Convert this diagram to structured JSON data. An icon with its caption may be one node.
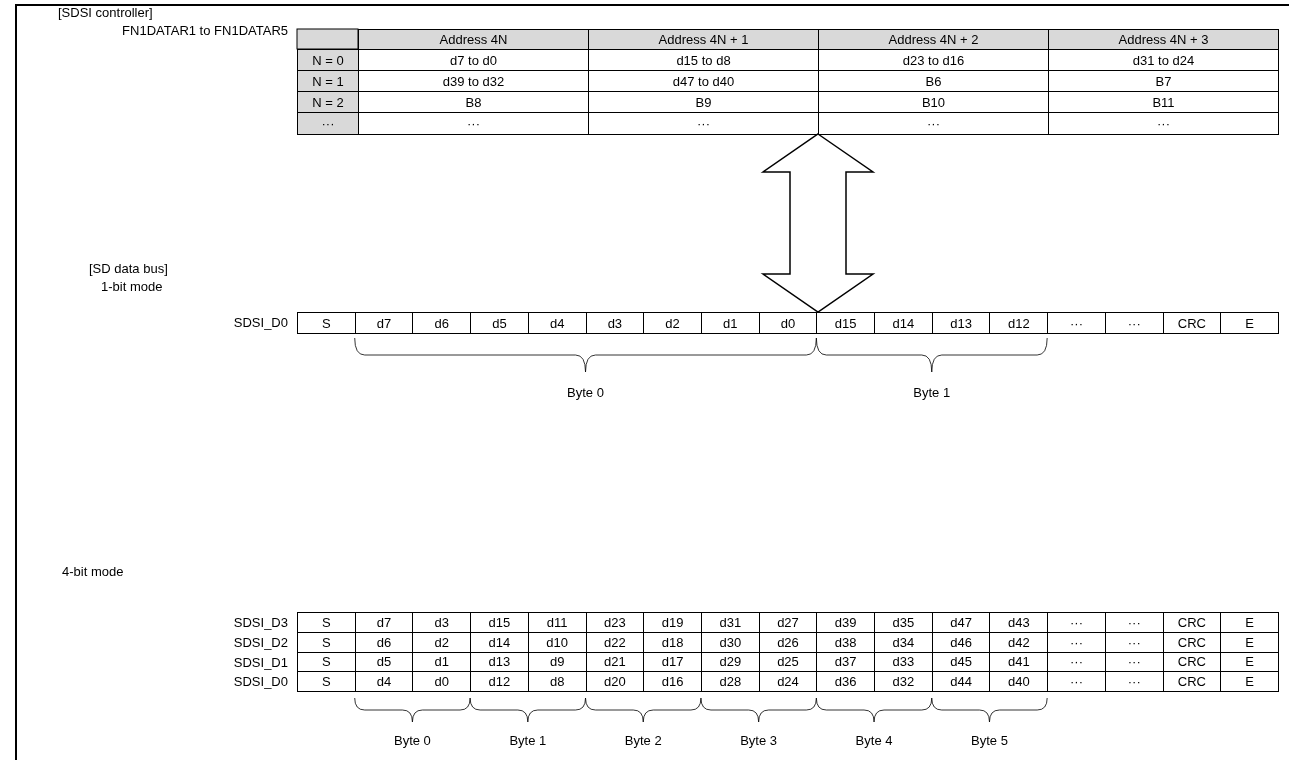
{
  "diagram": {
    "nodes": [
      {
        "text": [
          "[SDSI controller]",
          "FN1DATAR1 to FN1DATAR5"
        ]
      },
      {
        "text": [
          "[SD data bus]",
          "1-bit mode",
          "SDSI_D0"
        ]
      },
      {
        "text": [
          "4-bit mode"
        ]
      }
    ],
    "edges": [
      {
        "from": 0,
        "to": 1,
        "arrow": "both"
      }
    ],
    "labels": [
      "Address 4N",
      "Address 4N + 1",
      "Address 4N + 2",
      "Address 4N + 3",
      "N = 0",
      "d7 to d0",
      "d15 to d8",
      "d23 to d16",
      "d31 to d24",
      "N = 1",
      "d39 to d32",
      "d47 to d40",
      "B6",
      "B7",
      "N = 2",
      "B8",
      "B9",
      "B10",
      "B11",
      "···",
      "···",
      "···",
      "···",
      "···",
      "S",
      "d7",
      "d6",
      "d5",
      "d4",
      "d3",
      "d2",
      "d1",
      "d0",
      "d15",
      "d14",
      "d13",
      "d12",
      "···",
      "···",
      "CRC",
      "E",
      "Byte 0",
      "Byte 1",
      "SDSI_D3",
      "S",
      "d7",
      "d3",
      "d15",
      "d11",
      "d23",
      "d19",
      "d31",
      "d27",
      "d39",
      "d35",
      "d47",
      "d43",
      "···",
      "···",
      "CRC",
      "E",
      "SDSI_D2",
      "S",
      "d6",
      "d2",
      "d14",
      "d10",
      "d22",
      "d18",
      "d30",
      "d26",
      "d38",
      "d34",
      "d46",
      "d42",
      "···",
      "···",
      "CRC",
      "E",
      "SDSI_D1",
      "S",
      "d5",
      "d1",
      "d13",
      "d9",
      "d21",
      "d17",
      "d29",
      "d25",
      "d37",
      "d33",
      "d45",
      "d41",
      "···",
      "···",
      "CRC",
      "E",
      "SDSI_D0",
      "S",
      "d4",
      "d0",
      "d12",
      "d8",
      "d20",
      "d16",
      "d28",
      "d24",
      "d36",
      "d32",
      "d44",
      "d40",
      "···",
      "···",
      "CRC",
      "E",
      "Byte 0",
      "Byte 1",
      "Byte 2",
      "Byte 3",
      "Byte 4",
      "Byte 5"
    ]
  }
}
